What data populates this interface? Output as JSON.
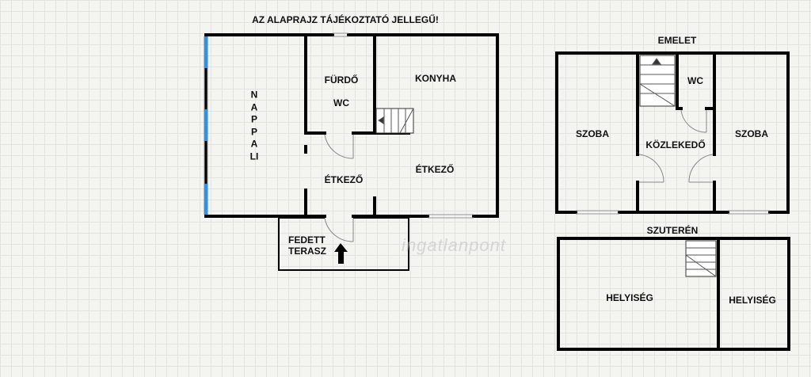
{
  "titles": {
    "main_note": "AZ ALAPRAJZ TÁJÉKOZTATÓ JELLEGŰ!",
    "upper_floor": "EMELET",
    "basement": "SZUTERÉN"
  },
  "ground_floor": {
    "living_room": "NAPPALI",
    "bathroom": "FÜRDŐ",
    "bathroom_wc": "WC",
    "kitchen": "KONYHA",
    "dining_left": "ÉTKEZŐ",
    "dining_right": "ÉTKEZŐ",
    "terrace": "FEDETT\nTERASZ"
  },
  "upper": {
    "room_left": "SZOBA",
    "corridor": "KÖZLEKEDŐ",
    "wc": "WC",
    "room_right": "SZOBA"
  },
  "basement_rooms": {
    "room_left": "HELYISÉG",
    "room_right": "HELYISÉG"
  },
  "watermark": "ingatlanpont",
  "colors": {
    "wall": "#000000",
    "window_blue": "#3b8fd6",
    "background": "#f4f4f1",
    "grid": "#e2e2de"
  },
  "icons": {
    "entrance": "arrow-up-icon",
    "stairs": "staircase-icon"
  }
}
